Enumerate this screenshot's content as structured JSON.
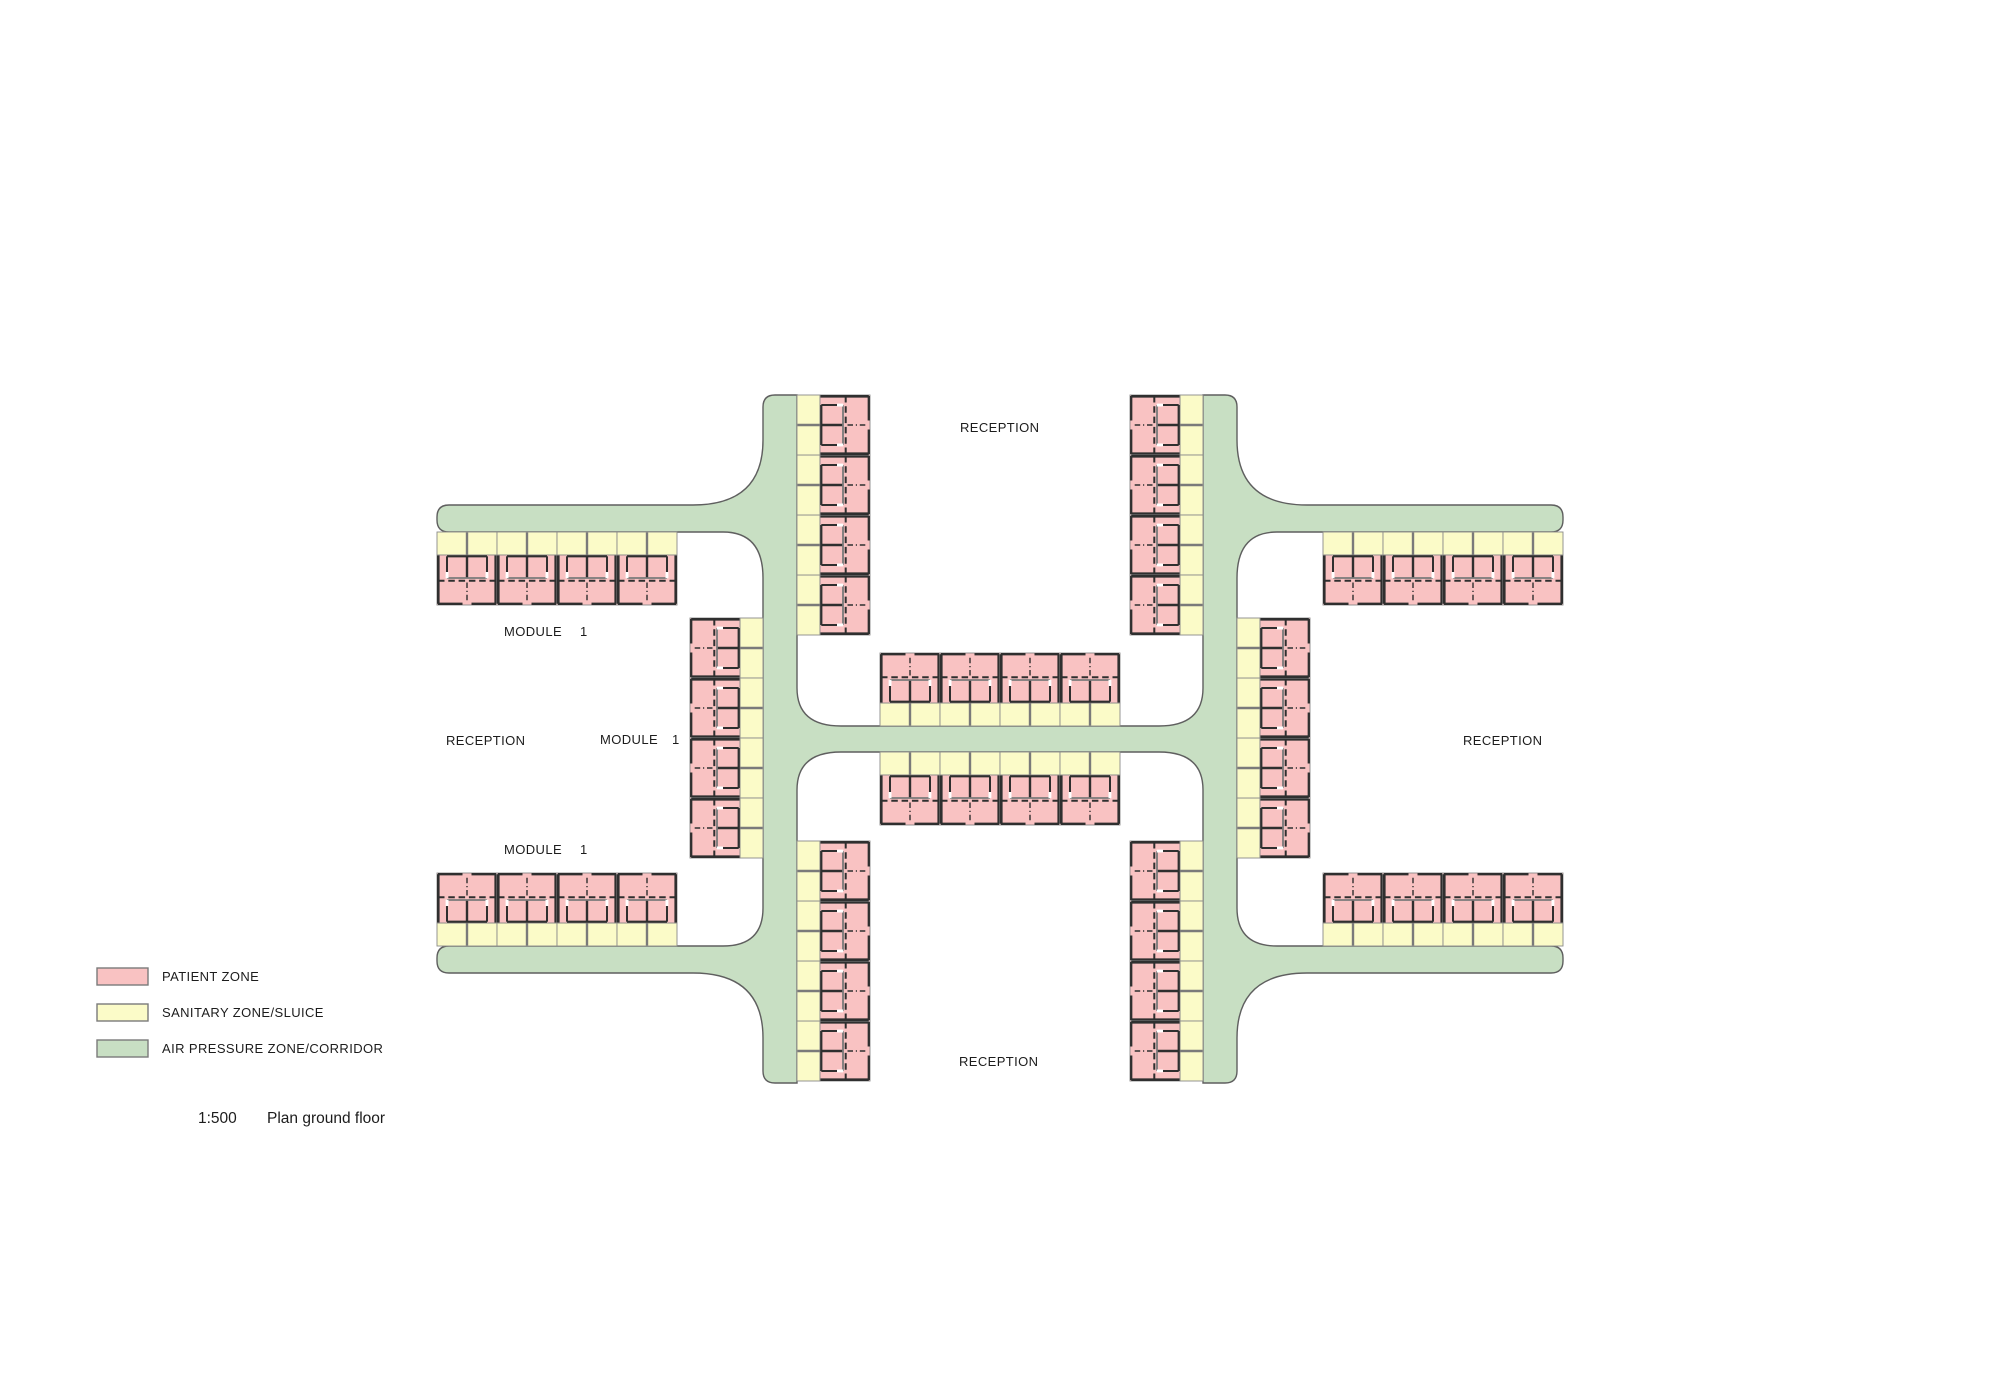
{
  "colors": {
    "patient": "#f9c2c2",
    "sanitary": "#fbfbc8",
    "corridor": "#c8dfc3",
    "wall": "#2f2f2f",
    "outline": "#636363",
    "text": "#1c1c1c"
  },
  "plan": {
    "receptions": {
      "top": "RECEPTION",
      "left": "RECEPTION",
      "right": "RECEPTION",
      "bottom": "RECEPTION"
    },
    "modules": {
      "top_left": {
        "label": "MODULE",
        "number": "1"
      },
      "middle": {
        "label": "MODULE",
        "number": "1"
      },
      "bottom_left": {
        "label": "MODULE",
        "number": "1"
      }
    }
  },
  "legend": {
    "items": [
      {
        "label": "PATIENT ZONE",
        "color": "#f9c2c2"
      },
      {
        "label": "SANITARY ZONE/SLUICE",
        "color": "#fbfbc8"
      },
      {
        "label": "AIR PRESSURE ZONE/CORRIDOR",
        "color": "#c8dfc3"
      }
    ]
  },
  "scale_note": {
    "ratio": "1:500",
    "title": "Plan ground floor"
  }
}
